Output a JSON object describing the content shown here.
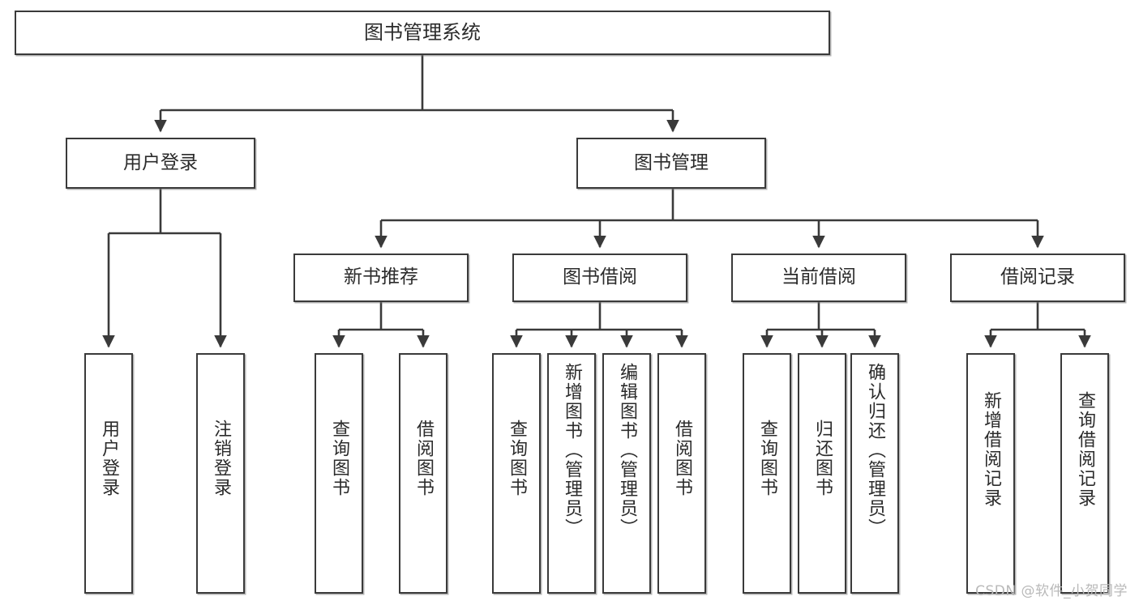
{
  "diagram": {
    "title": "图书管理系统",
    "type": "hierarchy-tree",
    "orientation": "top-down",
    "colors": {
      "box_border": "#3a3a3a",
      "box_fill": "#ffffff",
      "edge": "#3a3a3a",
      "text": "#2b2b2b",
      "watermark": "#b9b9b9"
    },
    "root": {
      "id": "root",
      "label": "图书管理系统"
    },
    "level2": [
      {
        "id": "user-login",
        "label": "用户登录"
      },
      {
        "id": "book-manage",
        "label": "图书管理"
      }
    ],
    "level3": [
      {
        "id": "new-book-recommend",
        "label": "新书推荐"
      },
      {
        "id": "book-borrow",
        "label": "图书借阅"
      },
      {
        "id": "current-borrow",
        "label": "当前借阅"
      },
      {
        "id": "borrow-record",
        "label": "借阅记录"
      }
    ],
    "leaves": {
      "user_login": [
        {
          "id": "leaf-user-login",
          "label": "用户登录"
        },
        {
          "id": "leaf-logout-login",
          "label": "注销登录"
        }
      ],
      "new_book_recommend": [
        {
          "id": "leaf-query-book-1",
          "label": "查询图书"
        },
        {
          "id": "leaf-borrow-book-1",
          "label": "借阅图书"
        }
      ],
      "book_borrow": [
        {
          "id": "leaf-query-book-2",
          "label": "查询图书"
        },
        {
          "id": "leaf-add-book",
          "label": "新增图书（管理员）"
        },
        {
          "id": "leaf-edit-book",
          "label": "编辑图书（管理员）"
        },
        {
          "id": "leaf-borrow-book-2",
          "label": "借阅图书"
        }
      ],
      "current_borrow": [
        {
          "id": "leaf-query-book-3",
          "label": "查询图书"
        },
        {
          "id": "leaf-return-book",
          "label": "归还图书"
        },
        {
          "id": "leaf-confirm-return",
          "label": "确认归还（管理员）"
        }
      ],
      "borrow_record": [
        {
          "id": "leaf-add-record",
          "label": "新增借阅记录"
        },
        {
          "id": "leaf-query-record",
          "label": "查询借阅记录"
        }
      ]
    }
  },
  "watermark": {
    "text": "CSDN @软件_小贺同学"
  }
}
